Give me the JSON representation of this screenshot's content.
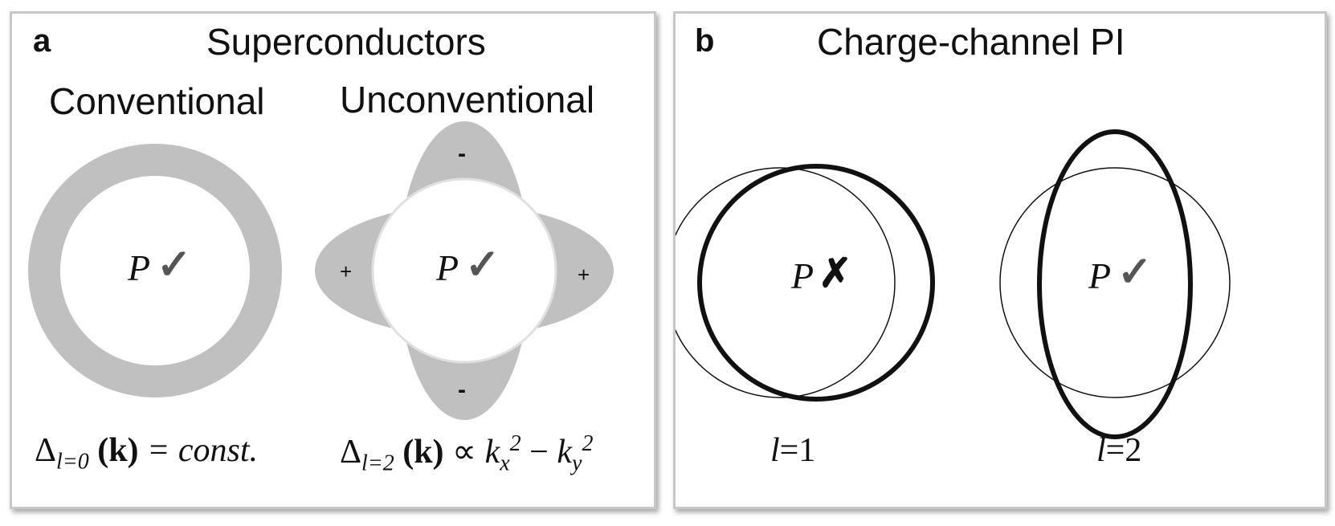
{
  "panel_a": {
    "letter": "a",
    "title": "Superconductors",
    "conventional": {
      "heading": "Conventional",
      "p_label": "P",
      "mark": "✓",
      "formula": {
        "delta": "Δ",
        "sub": "l=0",
        "k": "(k)",
        "rest": " = const."
      }
    },
    "unconventional": {
      "heading": "Unconventional",
      "p_label": "P",
      "mark": "✓",
      "signs": {
        "top": "-",
        "bottom": "-",
        "left": "+",
        "right": "+"
      },
      "formula": {
        "delta": "Δ",
        "sub": "l=2",
        "k": "(k)",
        "prop": " ∝ ",
        "kx": "k",
        "kx_sub": "x",
        "sq1": "2",
        "minus": " − ",
        "ky": "k",
        "ky_sub": "y",
        "sq2": "2"
      }
    }
  },
  "panel_b": {
    "letter": "b",
    "title": "Charge-channel PI",
    "l1": {
      "p_label": "P",
      "mark": "✗",
      "label_l": "l",
      "label_rest": "=1"
    },
    "l2": {
      "p_label": "P",
      "mark": "✓",
      "label_l": "l",
      "label_rest": "=2"
    }
  },
  "colors": {
    "gap_fill": "#c0c0c0",
    "check": "#555555",
    "line": "#111111",
    "panel_border": "#c8c8c8"
  }
}
